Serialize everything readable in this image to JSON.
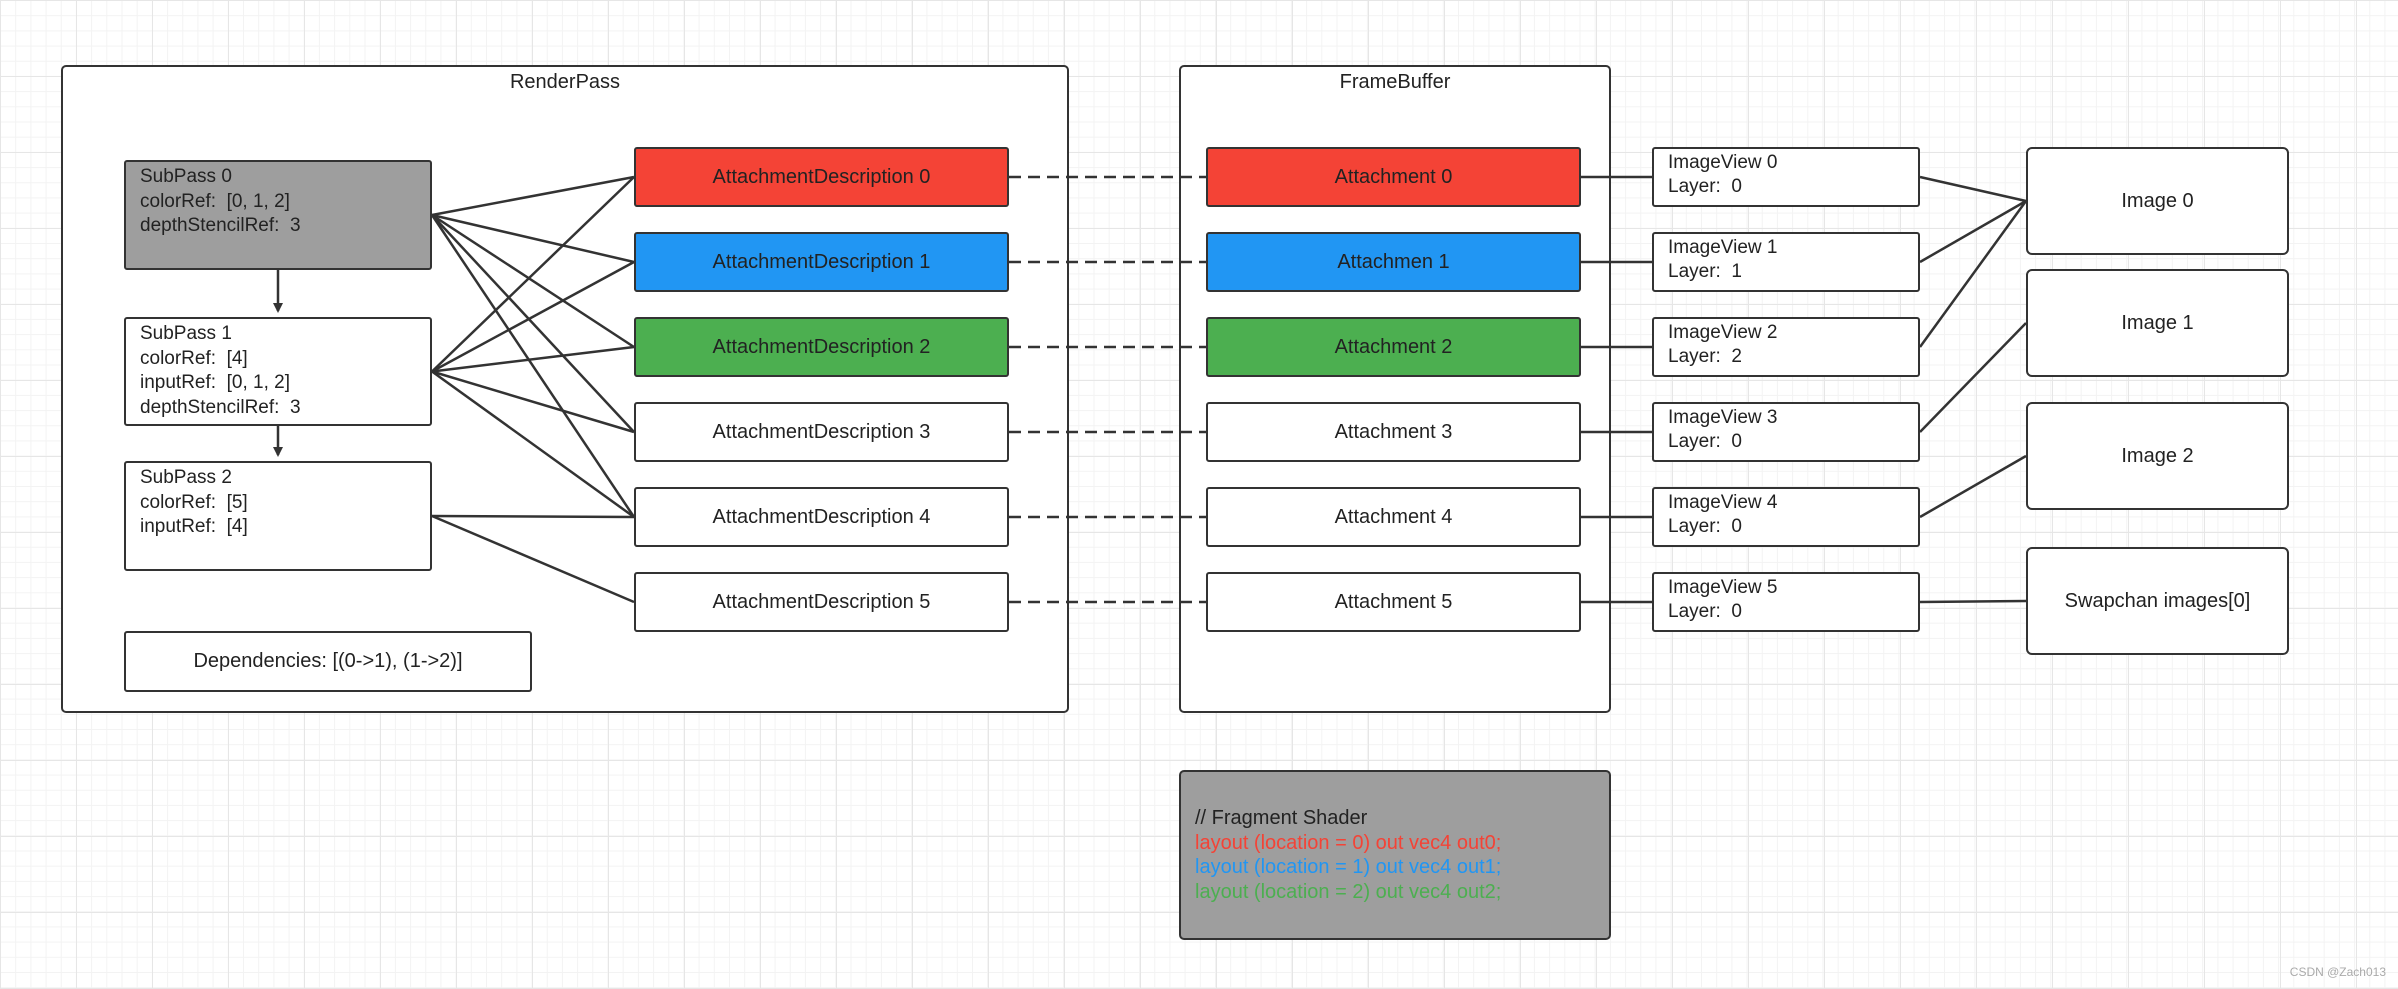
{
  "colors": {
    "red": "#f44336",
    "blue": "#2196f3",
    "green": "#4caf50",
    "gray": "#9e9e9e",
    "white": "#ffffff",
    "stroke": "#333333"
  },
  "renderpass": {
    "title": "RenderPass"
  },
  "framebuffer": {
    "title": "FrameBuffer"
  },
  "subpasses": [
    {
      "lines": [
        "SubPass 0",
        "colorRef:  [0, 1, 2]",
        "depthStencilRef:  3"
      ]
    },
    {
      "lines": [
        "SubPass 1",
        "colorRef:  [4]",
        "inputRef:  [0, 1, 2]",
        "depthStencilRef:  3"
      ]
    },
    {
      "lines": [
        "SubPass 2",
        "colorRef:  [5]",
        "inputRef:  [4]"
      ]
    }
  ],
  "dependencies": "Dependencies:  [(0->1), (1->2)]",
  "attachment_descriptions": [
    "AttachmentDescription 0",
    "AttachmentDescription 1",
    "AttachmentDescription 2",
    "AttachmentDescription 3",
    "AttachmentDescription 4",
    "AttachmentDescription 5"
  ],
  "attachments": [
    "Attachment 0",
    "Attachmen 1",
    "Attachment 2",
    "Attachment 3",
    "Attachment 4",
    "Attachment 5"
  ],
  "image_views": [
    {
      "name": "ImageView 0",
      "layer": "Layer:  0"
    },
    {
      "name": "ImageView 1",
      "layer": "Layer:  1"
    },
    {
      "name": "ImageView 2",
      "layer": "Layer:  2"
    },
    {
      "name": "ImageView 3",
      "layer": "Layer:  0"
    },
    {
      "name": "ImageView 4",
      "layer": "Layer:  0"
    },
    {
      "name": "ImageView 5",
      "layer": "Layer:  0"
    }
  ],
  "images": [
    "Image 0",
    "Image 1",
    "Image 2",
    "Swapchan images[0]"
  ],
  "shader": {
    "comment": "// Fragment Shader",
    "lines": [
      "layout (location = 0) out vec4 out0;",
      "layout (location = 1) out vec4 out1;",
      "layout (location = 2) out vec4 out2;"
    ]
  },
  "watermark": "CSDN @Zach013",
  "connections": {
    "subpass_to_desc": [
      [
        0,
        0
      ],
      [
        0,
        1
      ],
      [
        0,
        2
      ],
      [
        0,
        3
      ],
      [
        0,
        4
      ],
      [
        1,
        0
      ],
      [
        1,
        1
      ],
      [
        1,
        2
      ],
      [
        1,
        3
      ],
      [
        1,
        4
      ],
      [
        2,
        4
      ],
      [
        2,
        5
      ]
    ],
    "view_to_image": [
      [
        0,
        0
      ],
      [
        1,
        0
      ],
      [
        2,
        0
      ],
      [
        3,
        1
      ],
      [
        4,
        2
      ],
      [
        5,
        3
      ]
    ]
  }
}
